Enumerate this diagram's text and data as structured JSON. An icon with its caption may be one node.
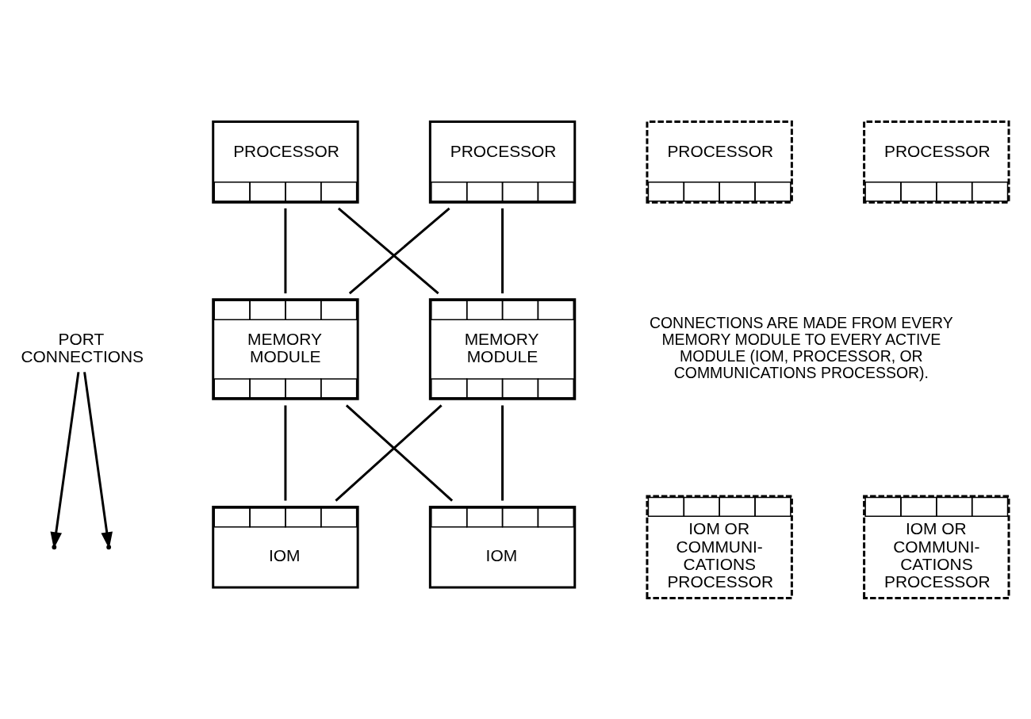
{
  "diagram": {
    "nodes": [
      {
        "text": [
          "PROCESSOR"
        ]
      },
      {
        "text": [
          "PROCESSOR"
        ]
      },
      {
        "text": [
          "PROCESSOR"
        ]
      },
      {
        "text": [
          "PROCESSOR"
        ]
      },
      {
        "text": [
          "PORT CONNECTIONS"
        ]
      },
      {
        "text": [
          "MEMORY MODULE"
        ]
      },
      {
        "text": [
          "MEMORY MODULE"
        ]
      },
      {
        "text": [
          "IOM"
        ]
      },
      {
        "text": [
          "IOM"
        ]
      },
      {
        "text": [
          "IOM OR COMMUNI- CATIONS PROCESSOR"
        ]
      },
      {
        "text": [
          "IOM OR COMMUNI- CATIONS PROCESSOR"
        ]
      }
    ],
    "edges": [
      {
        "from": 0,
        "to": 5,
        "arrow": "none"
      },
      {
        "from": 0,
        "to": 6,
        "arrow": "none"
      },
      {
        "from": 1,
        "to": 5,
        "arrow": "none"
      },
      {
        "from": 1,
        "to": 6,
        "arrow": "none"
      },
      {
        "from": 5,
        "to": 7,
        "arrow": "none"
      },
      {
        "from": 5,
        "to": 8,
        "arrow": "none"
      },
      {
        "from": 6,
        "to": 7,
        "arrow": "none"
      },
      {
        "from": 6,
        "to": 8,
        "arrow": "none"
      },
      {
        "from": 4,
        "to": null,
        "arrow": "to"
      },
      {
        "from": 4,
        "to": null,
        "arrow": "to"
      }
    ],
    "labels": [
      "CONNECTIONS ARE MADE FROM EVERY MEMORY MODULE TO EVERY ACTIVE MODULE (IOM, PROCESSOR, OR COMMUNICATIONS PROCESSOR)."
    ]
  }
}
